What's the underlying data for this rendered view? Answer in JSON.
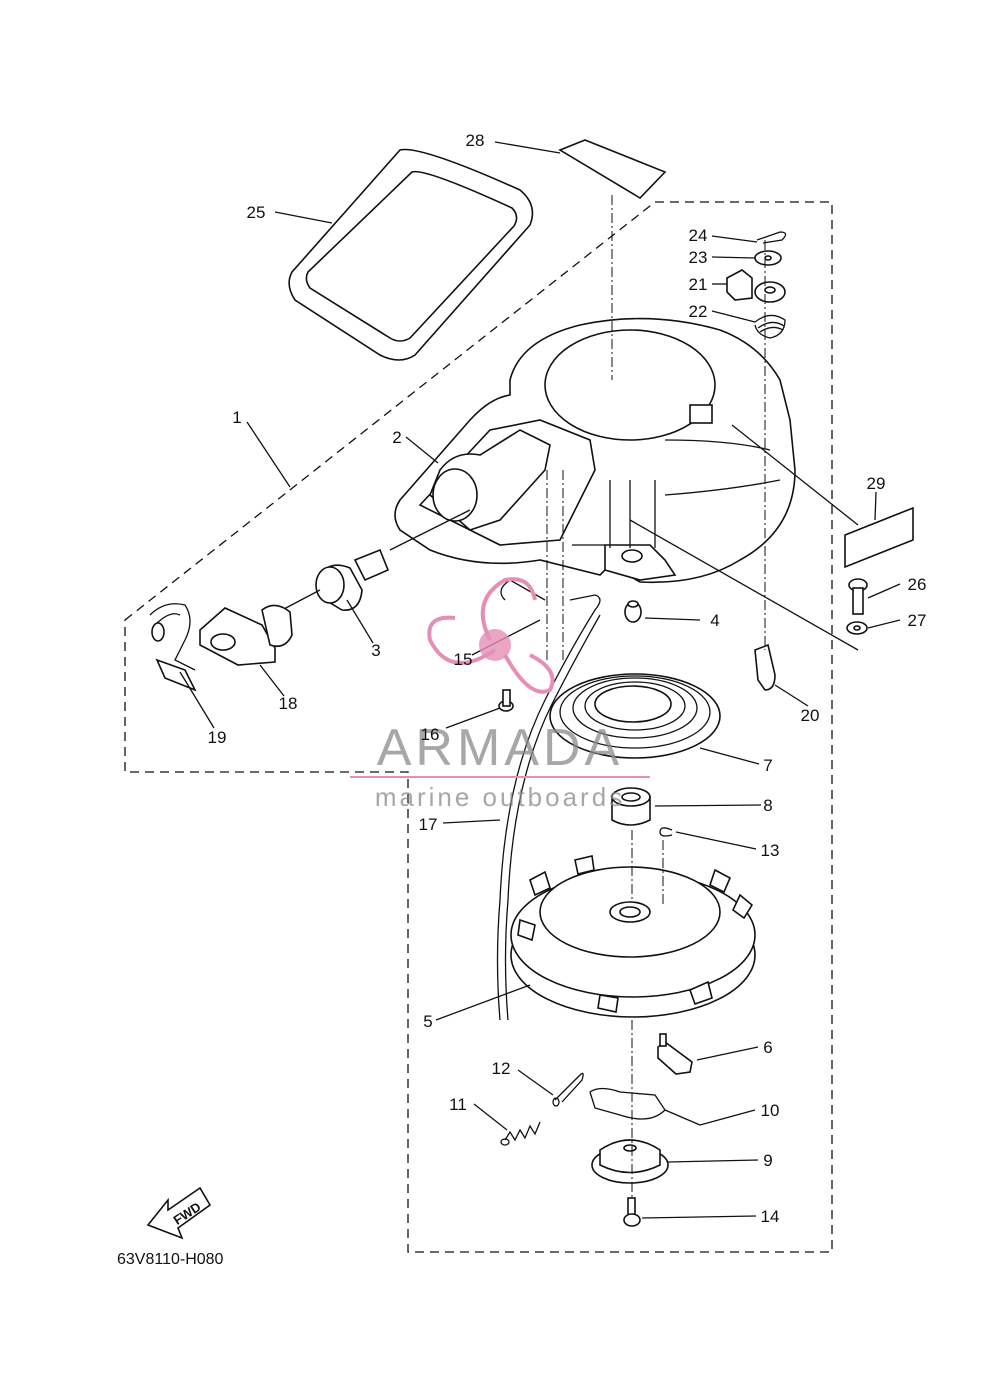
{
  "diagram": {
    "code": "63V8110-H080",
    "fwd_label": "FWD",
    "watermark": {
      "brand": "ARMADA",
      "tagline": "marine outboards",
      "accent_color": "#e58fb7"
    },
    "callouts": [
      "1",
      "2",
      "3",
      "4",
      "5",
      "6",
      "7",
      "8",
      "9",
      "10",
      "11",
      "12",
      "13",
      "14",
      "15",
      "16",
      "17",
      "18",
      "19",
      "20",
      "21",
      "22",
      "23",
      "24",
      "25",
      "26",
      "27",
      "28",
      "29"
    ]
  }
}
